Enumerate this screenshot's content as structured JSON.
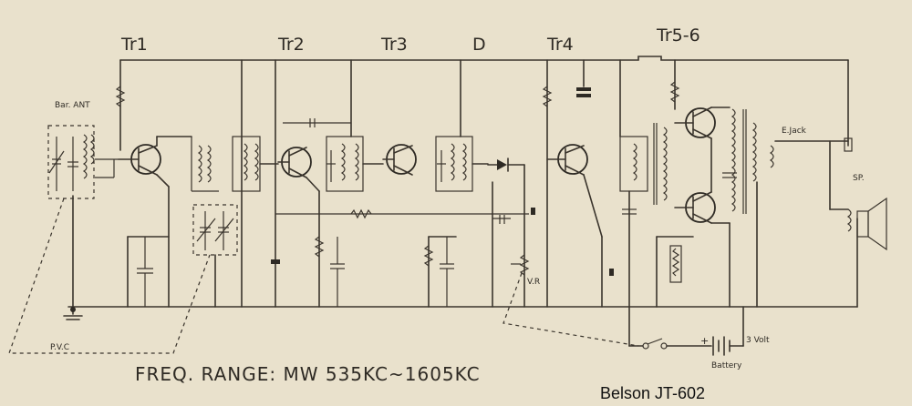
{
  "labels": {
    "tr1": "Tr1",
    "tr2": "Tr2",
    "tr3": "Tr3",
    "d": "D",
    "tr4": "Tr4",
    "tr56": "Tr5-6",
    "bar_ant": "Bar. ANT",
    "pvc": "P.V.C",
    "vr": "V.R",
    "e_jack": "E.Jack",
    "sp": "SP.",
    "volt": "3 Volt",
    "battery": "Battery"
  },
  "footer": {
    "freq_range": "FREQ. RANGE: MW 535KC~1605KC",
    "brand": "Belson JT-602"
  },
  "colors": {
    "paper": "#e9e1cc",
    "ink": "#2e2a24"
  }
}
